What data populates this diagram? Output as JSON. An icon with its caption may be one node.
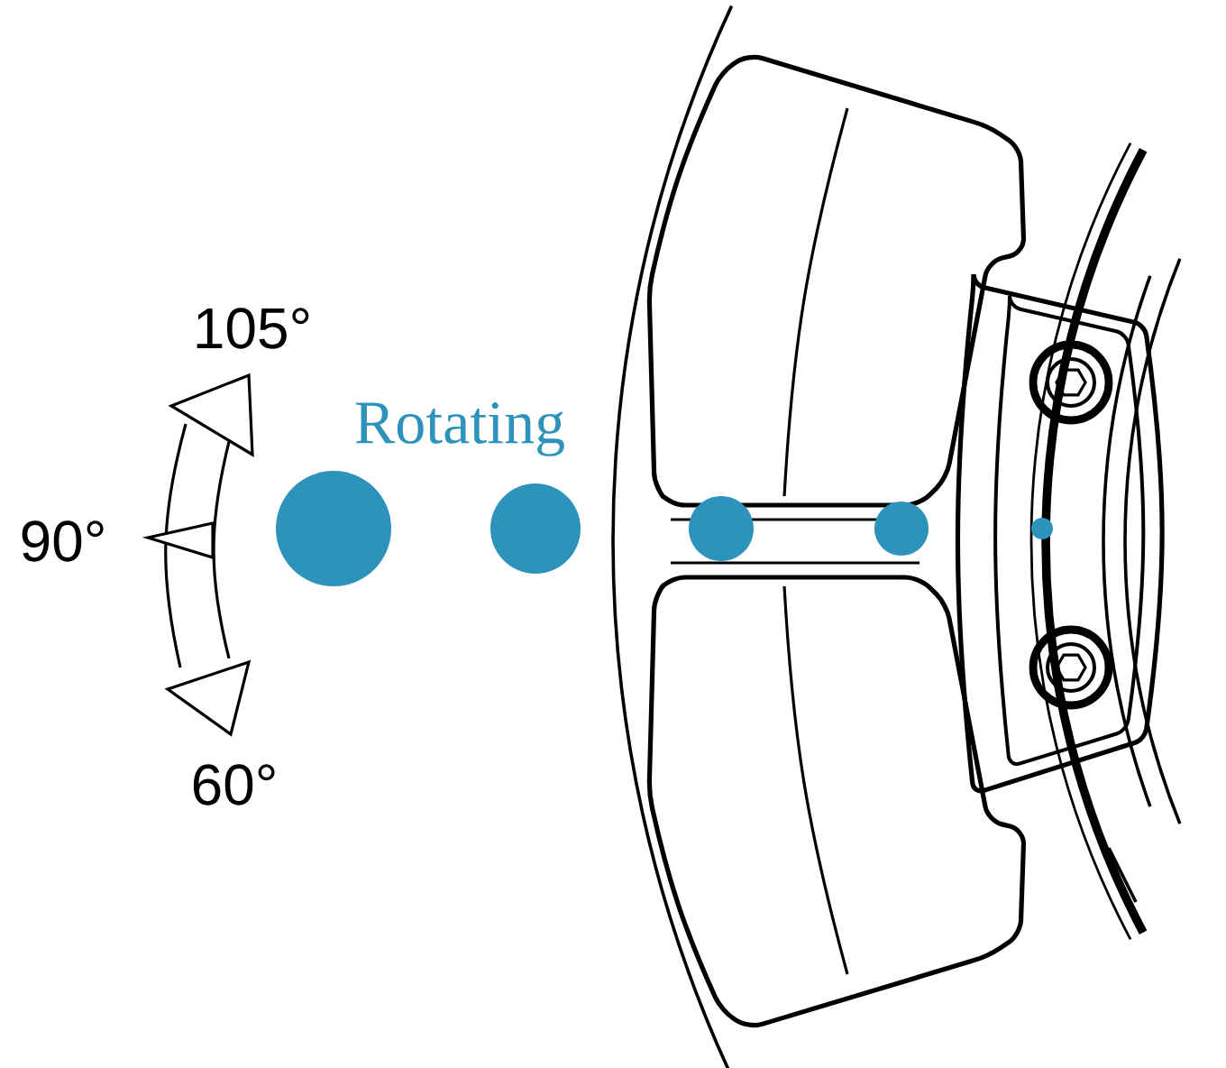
{
  "diagram": {
    "labels": [
      "105°",
      "Rotating",
      "90°",
      "60°"
    ]
  }
}
